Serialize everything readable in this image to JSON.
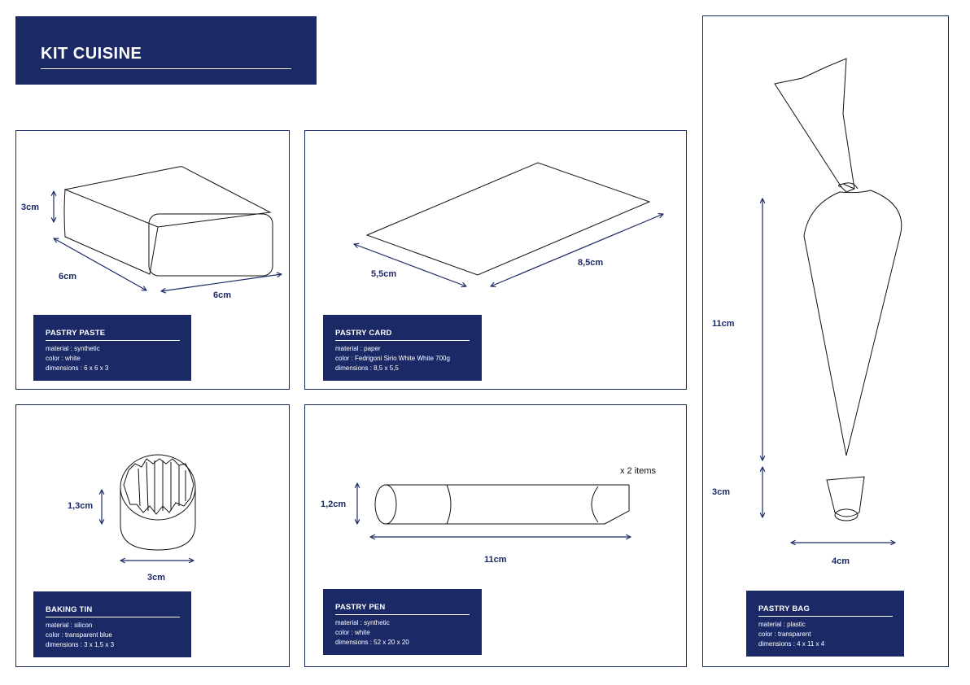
{
  "header": {
    "title": "KIT CUISINE"
  },
  "accent_color": "#1b2a66",
  "items": {
    "pastry_paste": {
      "title": "PASTRY PASTE",
      "material": "material : synthetic",
      "color": "color : white",
      "dimensions": "dimensions : 6 x 6 x 3",
      "dim_height": "3cm",
      "dim_depth": "6cm",
      "dim_width": "6cm"
    },
    "pastry_card": {
      "title": "PASTRY CARD",
      "material": "material : paper",
      "color": "color : Fedrigoni Sirio White White 700g",
      "dimensions": "dimensions : 8,5 x 5,5",
      "dim_short": "5,5cm",
      "dim_long": "8,5cm"
    },
    "baking_tin": {
      "title": "BAKING TIN",
      "material": "material : silicon",
      "color": "color : transparent blue",
      "dimensions": "dimensions : 3 x 1,5 x 3",
      "dim_height": "1,3cm",
      "dim_width": "3cm"
    },
    "pastry_pen": {
      "title": "PASTRY PEN",
      "material": "material : synthetic",
      "color": "color : white",
      "dimensions": "dimensions : 52 x 20 x 20",
      "dim_height": "1,2cm",
      "dim_length": "11cm",
      "quantity_note": "x 2 items"
    },
    "pastry_bag": {
      "title": "PASTRY BAG",
      "material": "material : plastic",
      "color": "color : transparent",
      "dimensions": "dimensions : 4 x 11 x 4",
      "dim_bag": "11cm",
      "dim_tip": "3cm",
      "dim_width": "4cm"
    }
  }
}
